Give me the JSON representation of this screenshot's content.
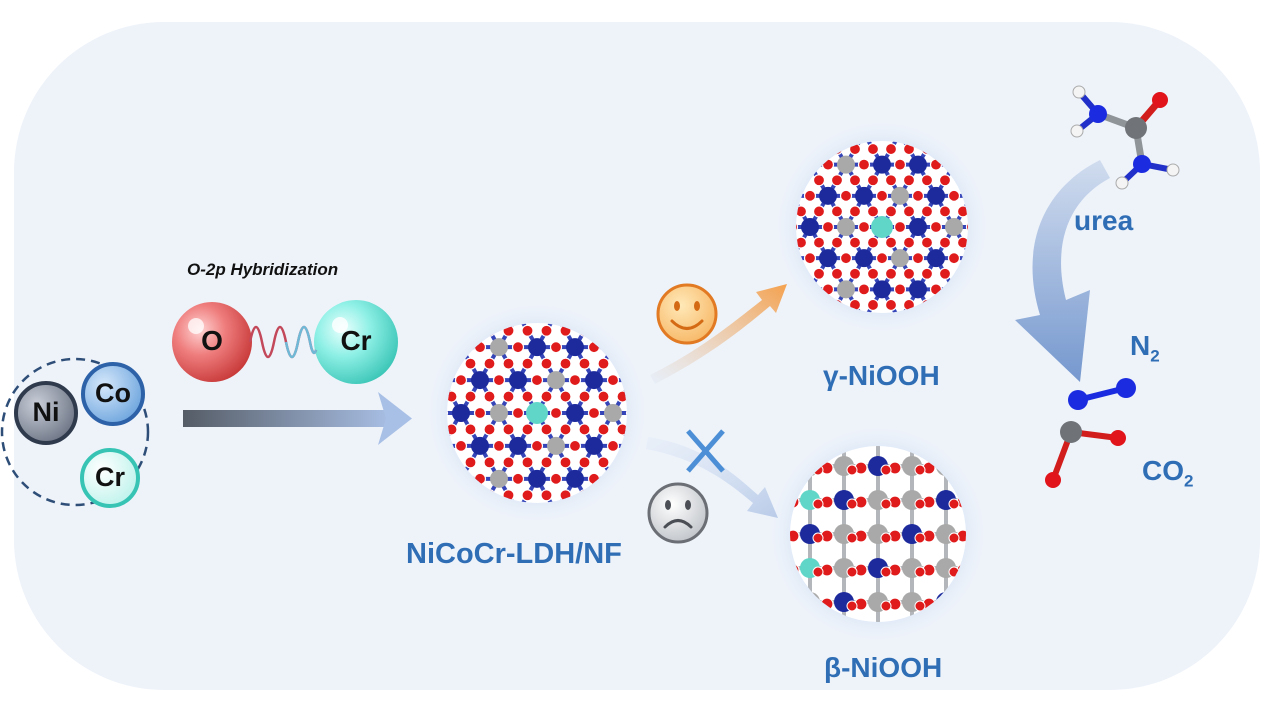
{
  "diagram": {
    "hybridization_label": "O-2p Hybridization",
    "o_label": "O",
    "cr_label_hybrid": "Cr",
    "precursor": {
      "ni": "Ni",
      "co": "Co",
      "cr": "Cr"
    },
    "ldh_label": "NiCoCr-LDH/NF",
    "gamma_label": "γ-NiOOH",
    "beta_label": "β-NiOOH",
    "urea_label": "urea",
    "n2_label": "N",
    "n2_sub": "2",
    "co2_label": "CO",
    "co2_sub": "2",
    "favorable_icon": "smiley-face-icon",
    "unfavorable_icon": "frowning-face-icon",
    "blocked_icon": "x-cross-icon"
  },
  "colors": {
    "panel": "#eef3fa",
    "label_blue": "#2f6eb5",
    "ni_atom": "#1c2a9c",
    "o_atom": "#e01b1b",
    "cr_atom": "#5fd6c8",
    "metal_gray": "#a9a9a9",
    "arrow_orange": "#f4a14e",
    "arrow_blue": "#6f93cc"
  }
}
